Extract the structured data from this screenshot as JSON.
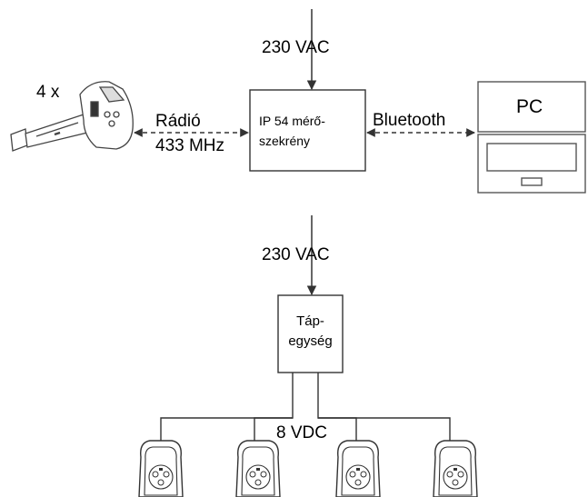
{
  "diagram": {
    "top_system": {
      "power_label": "230 VAC",
      "sensor_count": "4 x",
      "radio_label_line1": "Rádió",
      "radio_label_line2": "433 MHz",
      "cabinet_label_line1": "IP 54 mérő-",
      "cabinet_label_line2": "szekrény",
      "bluetooth_label": "Bluetooth",
      "pc_label": "PC"
    },
    "bottom_system": {
      "power_label": "230 VAC",
      "psu_label_line1": "Táp-",
      "psu_label_line2": "egység",
      "output_label": "8 VDC"
    }
  }
}
